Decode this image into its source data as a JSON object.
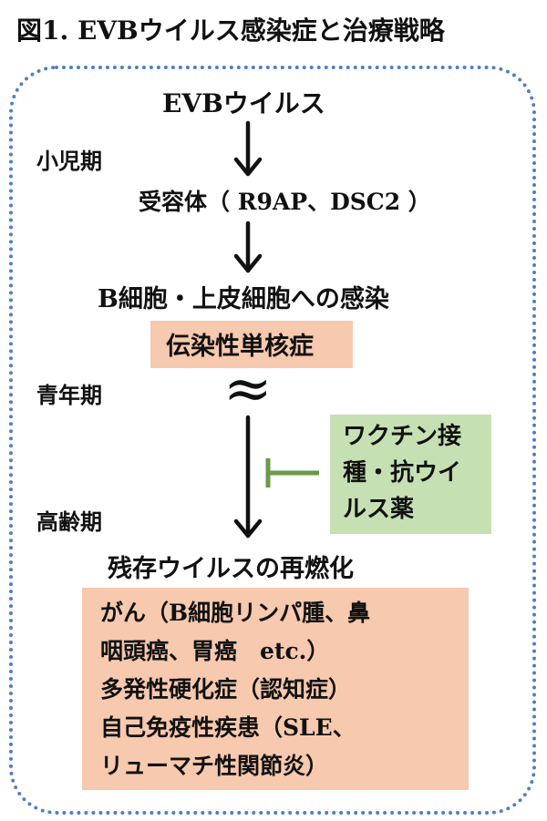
{
  "title": "図1. EVBウイルス感染症と治療戦略",
  "stages": {
    "child": "小児期",
    "youth": "青年期",
    "elderly": "高齢期"
  },
  "nodes": {
    "virus": "EVBウイルス",
    "receptor": "受容体（ R9AP、DSC2 ）",
    "infection": "B細胞・上皮細胞への感染",
    "mononucleosis": "伝染性単核症",
    "approx_symbol": "≈",
    "reactivation": "残存ウイルスの再燃化"
  },
  "intervention": {
    "lines": [
      "ワクチン接",
      "種・抗ウイ",
      "ルス薬"
    ]
  },
  "diseases": {
    "lines": [
      "がん（B細胞リンパ腫、鼻",
      "咽頭癌、胃癌　etc.）",
      "多発性硬化症（認知症）",
      "自己免疫性疾患（SLE、",
      "リューマチ性関節炎）"
    ]
  },
  "colors": {
    "frame_dots": "#4f7ec2",
    "salmon_box": "#f7c9ae",
    "green_box": "#c6e0b4",
    "inhibitor_line": "#6a9a4a",
    "arrow": "#111111"
  }
}
